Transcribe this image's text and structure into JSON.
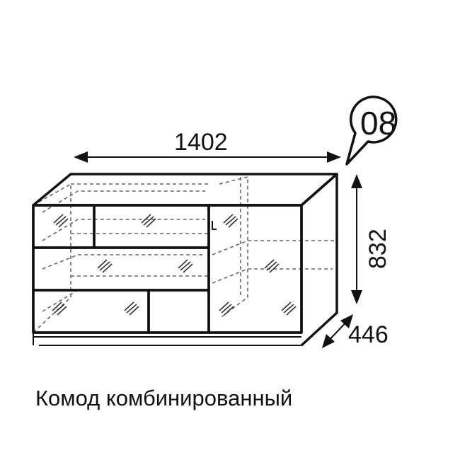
{
  "dimensions": {
    "width": "1402",
    "height": "832",
    "depth": "446"
  },
  "badge": {
    "number": "08"
  },
  "caption": "Комод комбинированный"
}
